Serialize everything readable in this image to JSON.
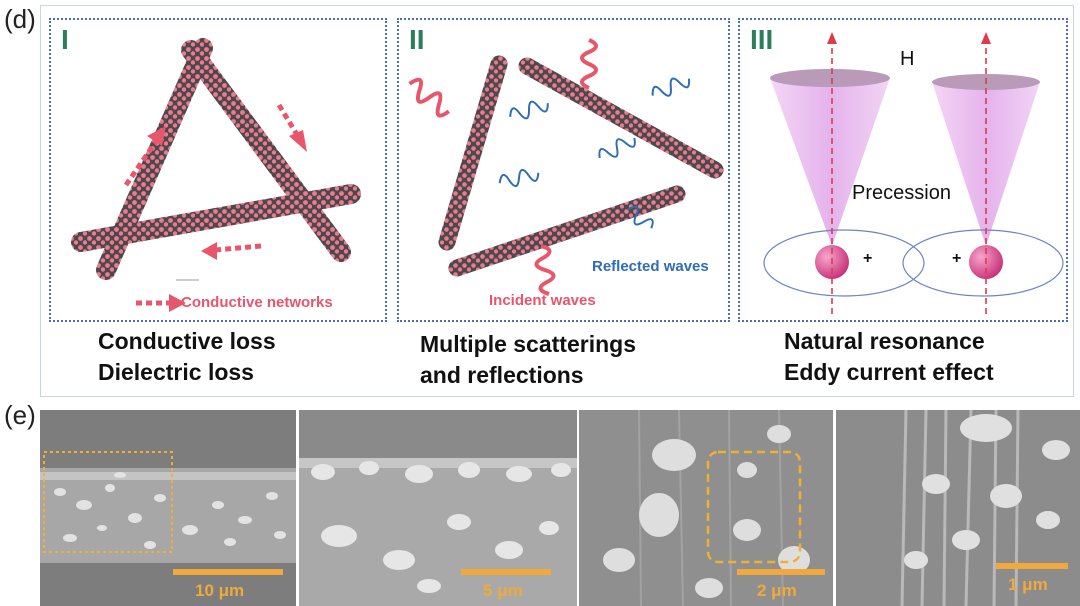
{
  "labels": {
    "d": "(d)",
    "e": "(e)"
  },
  "panels": [
    {
      "numeral": "I",
      "legend": "Conductive networks",
      "caption_lines": [
        "Conductive loss",
        "Dielectric loss"
      ]
    },
    {
      "numeral": "II",
      "annotations": [
        "Reflected waves",
        "Incident waves"
      ],
      "caption_lines": [
        "Multiple scatterings",
        "and reflections"
      ]
    },
    {
      "numeral": "III",
      "field_label": "H",
      "center_label": "Precession",
      "plus_signs": [
        "+",
        "+"
      ],
      "caption_lines": [
        "Natural resonance",
        "Eddy current effect"
      ]
    }
  ],
  "micrographs": [
    {
      "scale_label": "10 μm"
    },
    {
      "scale_label": "5 μm"
    },
    {
      "scale_label": "2 μm"
    },
    {
      "scale_label": "1 μm"
    }
  ],
  "colors": {
    "accent_pink": "#e8566c",
    "panel_border": "#4a6fb3",
    "numeral_green": "#2e7d5b",
    "reflected_blue": "#2f6db5",
    "scale_orange": "#f0a93a",
    "cone_pink": "#e9b8ee"
  }
}
